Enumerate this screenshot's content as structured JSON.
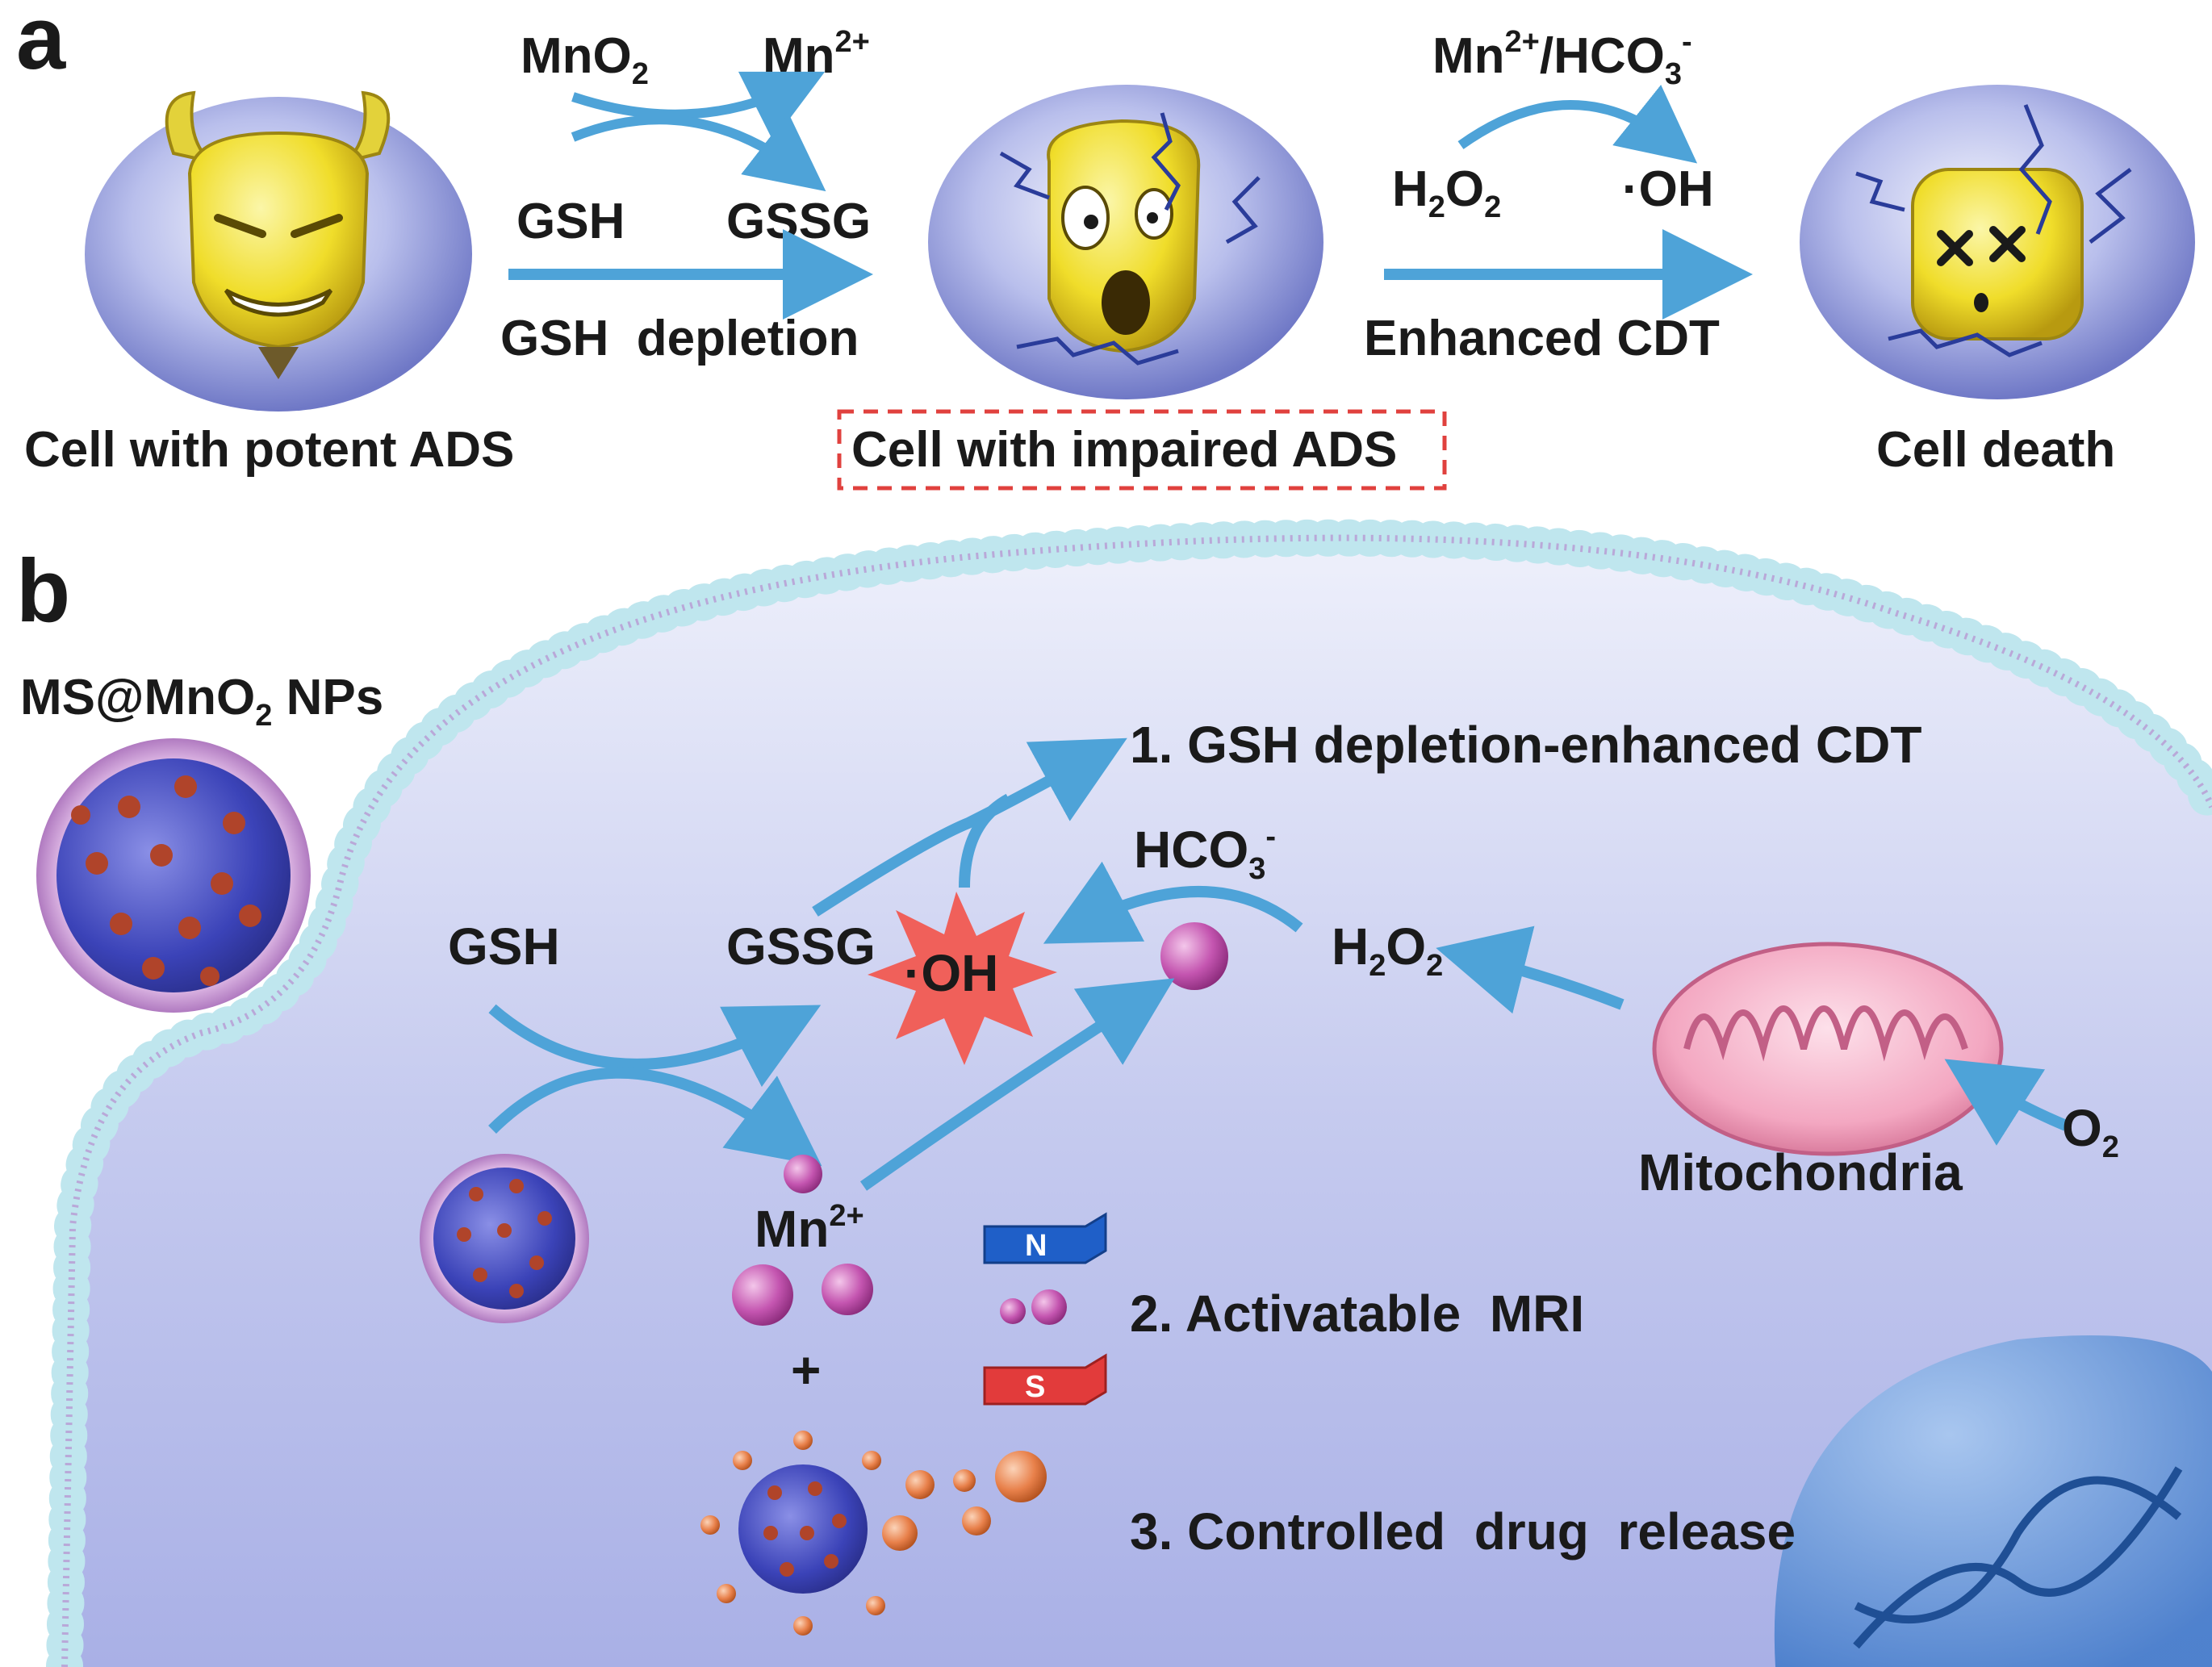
{
  "panel_a": {
    "letter": "a",
    "reaction1": {
      "reactant_top": "MnO",
      "reactant_top_sub": "2",
      "product_top": "Mn",
      "product_top_sup": "2+",
      "reactant_bottom": "GSH",
      "product_bottom": "GSSG",
      "arrow_label": "GSH  depletion"
    },
    "reaction2": {
      "catalyst": "Mn",
      "catalyst_sup": "2+",
      "catalyst_rest": "/HCO",
      "catalyst_sub": "3",
      "catalyst_sup2": "-",
      "reactant": "H",
      "reactant_sub1": "2",
      "reactant_mid": "O",
      "reactant_sub2": "2",
      "product": "·OH",
      "arrow_label": "Enhanced CDT"
    },
    "cells": [
      {
        "caption": "Cell with potent ADS"
      },
      {
        "caption": "Cell with impaired ADS"
      },
      {
        "caption": "Cell death"
      }
    ]
  },
  "panel_b": {
    "letter": "b",
    "np_label": "MS@MnO",
    "np_label_sub": "2",
    "np_label_rest": " NPs",
    "gsh": "GSH",
    "gssg": "GSSG",
    "oh": "·OH",
    "mn": "Mn",
    "mn_sup": "2+",
    "plus": "+",
    "hco3": "HCO",
    "hco3_sub": "3",
    "hco3_sup": "-",
    "h2o2": "H",
    "h2o2_sub1": "2",
    "h2o2_mid": "O",
    "h2o2_sub2": "2",
    "o2": "O",
    "o2_sub": "2",
    "mitochondria": "Mitochondria",
    "magnet_n": "N",
    "magnet_s": "S",
    "outcomes": [
      "1. GSH depletion-enhanced CDT",
      "2. Activatable  MRI",
      "3. Controlled  drug  release"
    ]
  },
  "colors": {
    "arrow": "#4ea3d8",
    "cell_blue": "#8f98d8",
    "face_yellow": "#f2e13a",
    "membrane_bead": "#bfe6ee",
    "interior": "#c8cdf2",
    "mn_sphere": "#c455b0",
    "drug_sphere": "#e8804a",
    "burst_red": "#f0605a",
    "dashed_box": "#e0413e"
  }
}
